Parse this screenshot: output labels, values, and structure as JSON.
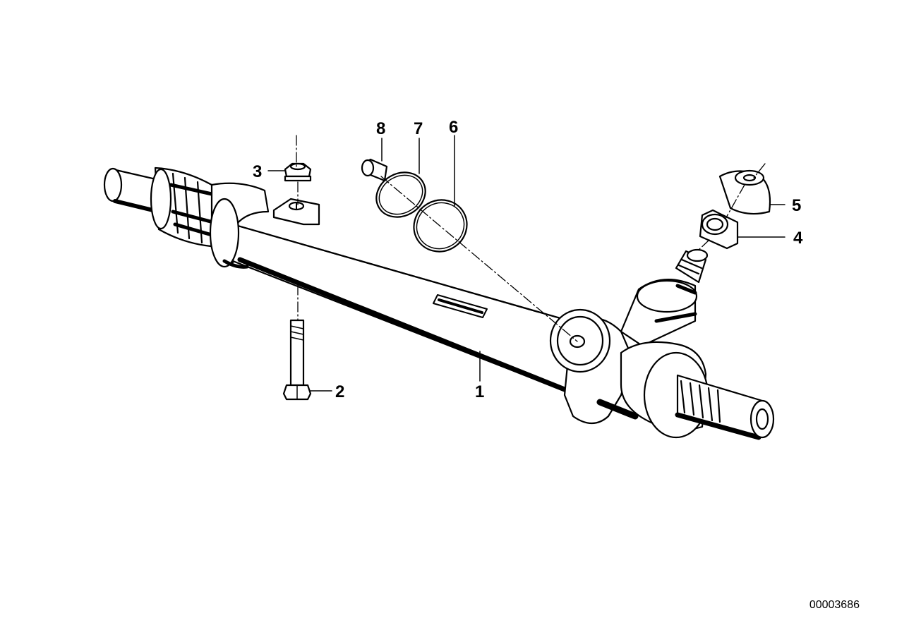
{
  "diagram": {
    "callouts": [
      {
        "id": "callout-1",
        "label": "1"
      },
      {
        "id": "callout-2",
        "label": "2"
      },
      {
        "id": "callout-3",
        "label": "3"
      },
      {
        "id": "callout-4",
        "label": "4"
      },
      {
        "id": "callout-5",
        "label": "5"
      },
      {
        "id": "callout-6",
        "label": "6"
      },
      {
        "id": "callout-7",
        "label": "7"
      },
      {
        "id": "callout-8",
        "label": "8"
      }
    ],
    "document_number": "00003686"
  }
}
